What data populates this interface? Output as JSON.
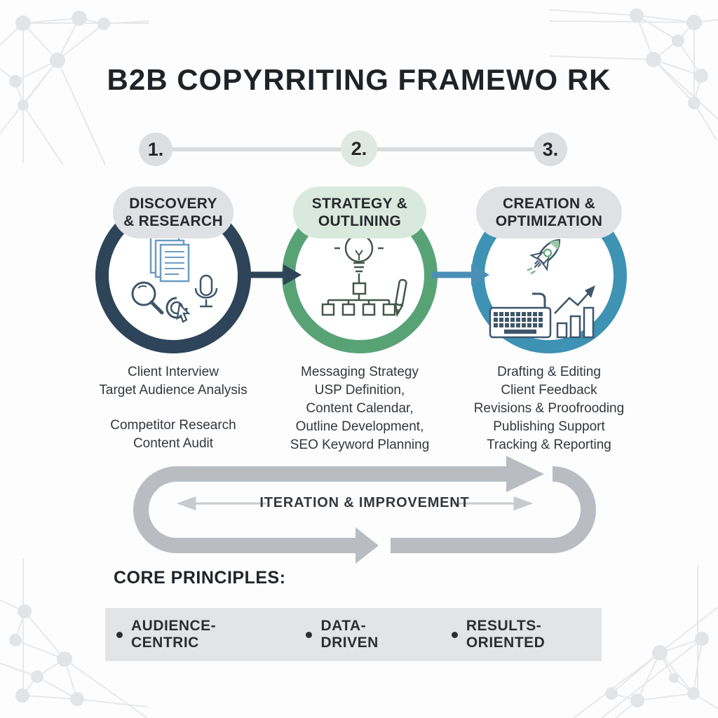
{
  "title": "B2B COPYRRITING FRAMEWO RK",
  "steps": [
    {
      "number": "1.",
      "badge_line1": "DISCOVERY",
      "badge_line2": "& RESEARCH",
      "icons": [
        "documents-icon",
        "magnifier-icon",
        "cursor-click-icon",
        "microphone-icon"
      ],
      "items": [
        "Client Interview",
        "Target Audience Analysis",
        "Competitor Research",
        "Content Audit"
      ]
    },
    {
      "number": "2.",
      "badge_line1": "STRATEGY &",
      "badge_line2": "OUTLINING",
      "icons": [
        "lightbulb-icon",
        "sitemap-icon",
        "pen-icon"
      ],
      "items": [
        "Messaging Strategy",
        "USP Definition,",
        "Content Calendar,",
        "Outline Development,",
        "SEO Keyword Planning"
      ]
    },
    {
      "number": "3.",
      "badge_line1": "CREATION &",
      "badge_line2": "OPTIMIZATION",
      "icons": [
        "rocket-icon",
        "keyboard-icon",
        "growth-chart-icon"
      ],
      "items": [
        "Drafting & Editing",
        "Client Feedback",
        "Revisions & Proofrooding",
        "Publishing Support",
        "Tracking & Reporting"
      ]
    }
  ],
  "loop": {
    "label": "ITERATION & IMPROVEMENT"
  },
  "core_principles": {
    "heading": "CORE PRINCIPLES:",
    "items": [
      "AUDIENCE-CENTRIC",
      "DATA-DRIVEN",
      "RESULTS-ORIENTED"
    ]
  },
  "colors": {
    "step1_ring": "#2e4459",
    "step2_ring": "#58a376",
    "step3_ring": "#3e92b4",
    "arrow_1": "#2e4459",
    "arrow_2": "#4a8fb8",
    "badge_gray": "#dfe1e4",
    "badge_green": "#d9e9de",
    "number_badge_gray": "#dcdfe1",
    "number_badge_green": "#dfe8e1",
    "loop_gray": "#b9bdc2",
    "band_gray": "#e2e4e6",
    "icon_slate": "#3f566b",
    "icon_blue": "#6b9cc3",
    "icon_green_dark": "#44564c",
    "rocket_green": "#7fb591",
    "network_gray": "#e6e8ea"
  }
}
